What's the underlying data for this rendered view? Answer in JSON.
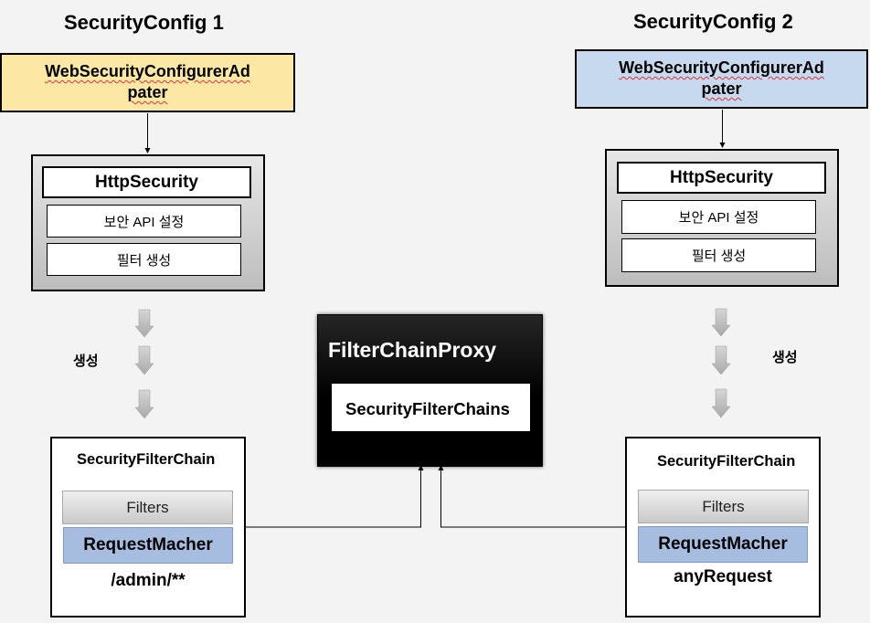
{
  "left": {
    "config_title": "SecurityConfig 1",
    "adapter_line1": "WebSecurityConfigurerAd",
    "adapter_line2": "pater",
    "adapter_color": "#fde7a5",
    "http_title": "HttpSecurity",
    "http_item1": "보안 API 설정",
    "http_item2": "필터 생성",
    "create_label": "생성",
    "chain_title": "SecurityFilterChain",
    "filters_label": "Filters",
    "request_matcher_label": "RequestMacher",
    "pattern": "/admin/**"
  },
  "right": {
    "config_title": "SecurityConfig 2",
    "adapter_line1": "WebSecurityConfigurerAd",
    "adapter_line2": "pater",
    "adapter_color": "#c7d9ef",
    "http_title": "HttpSecurity",
    "http_item1": "보안 API 설정",
    "http_item2": "필터 생성",
    "create_label": "생성",
    "chain_title": "SecurityFilterChain",
    "filters_label": "Filters",
    "request_matcher_label": "RequestMacher",
    "pattern": "anyRequest"
  },
  "proxy": {
    "title": "FilterChainProxy",
    "inner_label": "SecurityFilterChains"
  }
}
